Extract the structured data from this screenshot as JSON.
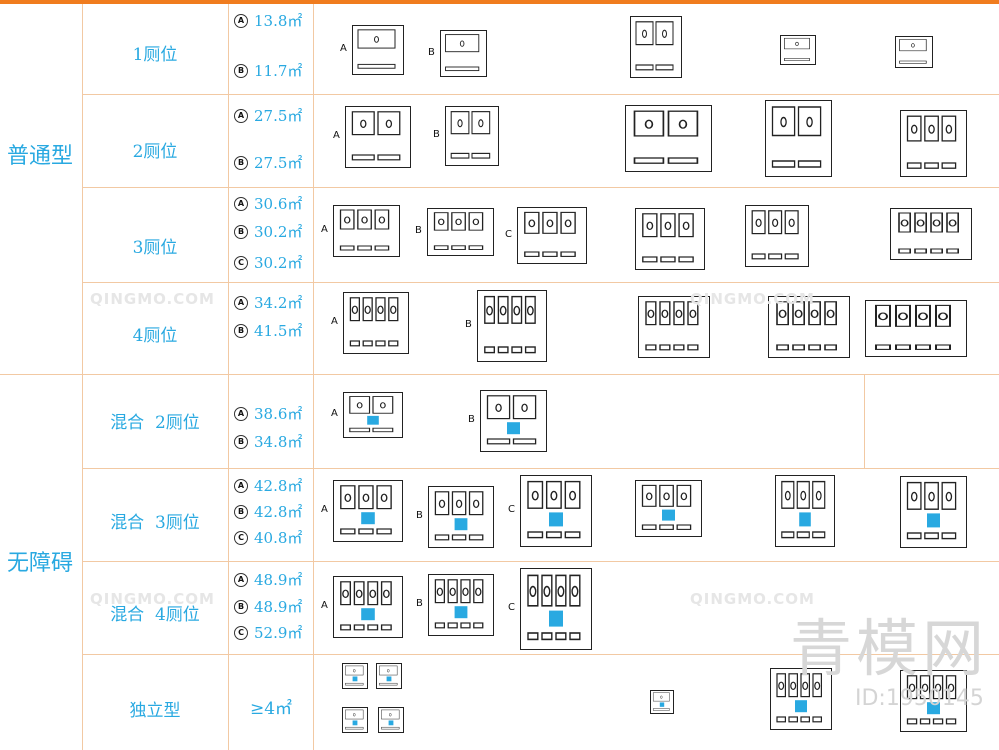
{
  "categories": [
    {
      "label": "普通型"
    },
    {
      "label": "无障碍"
    }
  ],
  "rows": [
    {
      "type": "1厕位",
      "areas": [
        {
          "letter": "A",
          "value": "13.8㎡"
        },
        {
          "letter": "B",
          "value": "11.7㎡"
        }
      ]
    },
    {
      "type": "2厕位",
      "areas": [
        {
          "letter": "A",
          "value": "27.5㎡"
        },
        {
          "letter": "B",
          "value": "27.5㎡"
        }
      ]
    },
    {
      "type": "3厕位",
      "areas": [
        {
          "letter": "A",
          "value": "30.6㎡"
        },
        {
          "letter": "B",
          "value": "30.2㎡"
        },
        {
          "letter": "C",
          "value": "30.2㎡"
        }
      ]
    },
    {
      "type": "4厕位",
      "areas": [
        {
          "letter": "A",
          "value": "34.2㎡"
        },
        {
          "letter": "B",
          "value": "41.5㎡"
        }
      ]
    },
    {
      "type": "混合  2厕位",
      "areas": [
        {
          "letter": "A",
          "value": "38.6㎡"
        },
        {
          "letter": "B",
          "value": "34.8㎡"
        }
      ]
    },
    {
      "type": "混合  3厕位",
      "areas": [
        {
          "letter": "A",
          "value": "42.8㎡"
        },
        {
          "letter": "B",
          "value": "42.8㎡"
        },
        {
          "letter": "C",
          "value": "40.8㎡"
        }
      ]
    },
    {
      "type": "混合  4厕位",
      "areas": [
        {
          "letter": "A",
          "value": "48.9㎡"
        },
        {
          "letter": "B",
          "value": "48.9㎡"
        },
        {
          "letter": "C",
          "value": "52.9㎡"
        }
      ]
    },
    {
      "type": "独立型",
      "areas_text": "≥4㎡"
    }
  ],
  "watermark": {
    "brand": "QINGMO.COM",
    "big": "青模网",
    "id": "ID:1950145"
  },
  "colors": {
    "accent": "#29a9e1",
    "topbar": "#f07c1e",
    "grid": "#f2c9a3"
  }
}
